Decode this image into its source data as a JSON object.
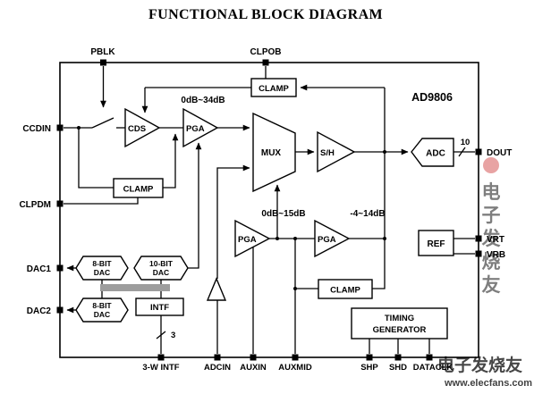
{
  "title": "FUNCTIONAL BLOCK DIAGRAM",
  "chip_name": "AD9806",
  "pins": {
    "pblk": "PBLK",
    "clpob": "CLPOB",
    "ccdin": "CCDIN",
    "clpdm": "CLPDM",
    "dac1": "DAC1",
    "dac2": "DAC2",
    "dout": "DOUT",
    "vrt": "VRT",
    "vrb": "VRB",
    "intf3w": "3-W INTF",
    "adcin": "ADCIN",
    "auxin": "AUXIN",
    "auxmid": "AUXMID",
    "shp": "SHP",
    "shd": "SHD",
    "dataclk": "DATACLK"
  },
  "blocks": {
    "cds": "CDS",
    "pga_main": "PGA",
    "clamp_top": "CLAMP",
    "clamp_mid": "CLAMP",
    "clamp_aux": "CLAMP",
    "mux": "MUX",
    "sh": "S/H",
    "adc": "ADC",
    "ref": "REF",
    "pga_aux1": "PGA",
    "pga_aux2": "PGA",
    "dac8a_line1": "8-BIT",
    "dac8a_line2": "DAC",
    "dac10_line1": "10-BIT",
    "dac10_line2": "DAC",
    "dac8b_line1": "8-BIT",
    "dac8b_line2": "DAC",
    "intf": "INTF",
    "timing_line1": "TIMING",
    "timing_line2": "GENERATOR"
  },
  "gains": {
    "main": "0dB~34dB",
    "aux1": "0dB~15dB",
    "aux2": "-4~14dB"
  },
  "annotations": {
    "dout_bus": "10",
    "intf_bus": "3"
  },
  "watermark": {
    "brand": "电子发烧友",
    "url": "www.elecfans.com",
    "vertical_chars": [
      "电",
      "子",
      "发",
      "烧",
      "友"
    ],
    "color": "#cc3333"
  }
}
